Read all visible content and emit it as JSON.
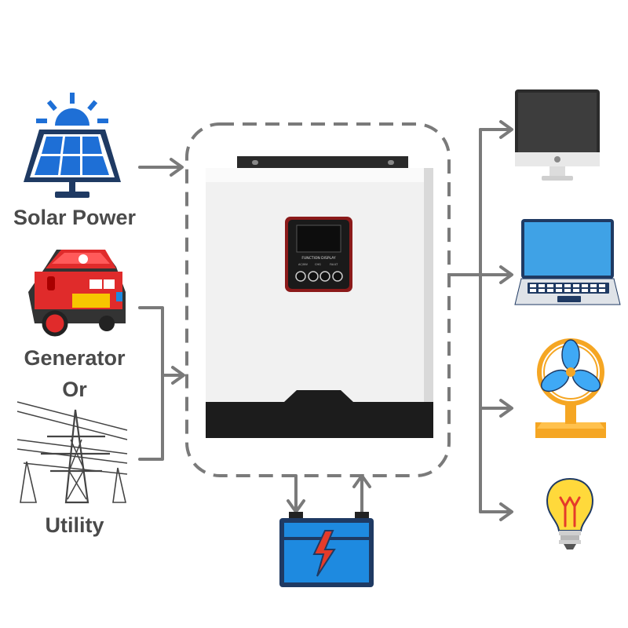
{
  "labels": {
    "solar": "Solar Power",
    "generator": "Generator",
    "or": "Or",
    "utility": "Utility"
  },
  "inverter": {
    "panel_title": "FUNCTION DISPLAY",
    "indicators": [
      "AC/INV",
      "CHG",
      "FAULT"
    ]
  },
  "colors": {
    "connector": "#7a7a7a",
    "solar_blue": "#1e6fd6",
    "panel_frame": "#1f3a63",
    "generator_red": "#e02b2b",
    "battery_blue": "#1e8ae0",
    "bolt_red": "#e53b2a",
    "monitor": "#3d3d3d",
    "fan_blue": "#3fa9f5",
    "fan_orange": "#f5a623",
    "bulb_yellow": "#ffd93b"
  },
  "icons": [
    "solar-panel-icon",
    "generator-icon",
    "power-tower-icon",
    "battery-icon",
    "monitor-icon",
    "laptop-icon",
    "fan-icon",
    "light-bulb-icon"
  ]
}
